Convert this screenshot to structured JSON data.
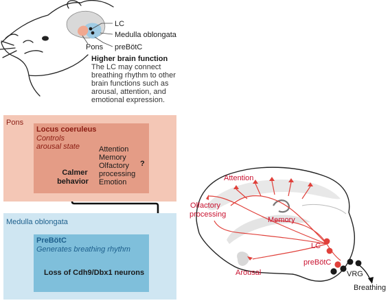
{
  "mouse_labels": {
    "lc": "LC",
    "medulla": "Medulla oblongata",
    "pons": "Pons",
    "prebotc": "preBötC"
  },
  "higher": {
    "title": "Higher brain function",
    "lines": [
      "The LC may connect",
      "breathing rhythm to other",
      "brain functions such as",
      "arousal, attention, and",
      "emotional expression."
    ]
  },
  "pons": {
    "panel_label": "Pons",
    "lc_title": "Locus coeruleus",
    "lc_sub": [
      "Controls",
      "arousal state"
    ],
    "calmer": [
      "Calmer",
      "behavior"
    ],
    "functions": [
      "Attention",
      "Memory",
      "Olfactory",
      "processing",
      "Emotion"
    ],
    "question": "?"
  },
  "medulla": {
    "panel_label": "Medulla oblongata",
    "pre_title": "PreBötC",
    "pre_sub": "Generates breathing rhythm",
    "loss": "Loss of Cdh9/Dbx1 neurons"
  },
  "brain": {
    "attention": "Attention",
    "olfactory": [
      "Olfactory",
      "processing"
    ],
    "memory": "Memory",
    "lc": "LC",
    "prebotc": "preBötC",
    "arousal": "Arousal",
    "vrg": "VRG",
    "breathing": "Breathing"
  },
  "colors": {
    "pons_panel": "#f4c7b6",
    "lc_box": "#e49c86",
    "medulla_panel": "#cfe6f2",
    "pre_box": "#7fbfdb",
    "pathway_red": "#e0403a",
    "neuron_dark": "#1a1a1a"
  }
}
